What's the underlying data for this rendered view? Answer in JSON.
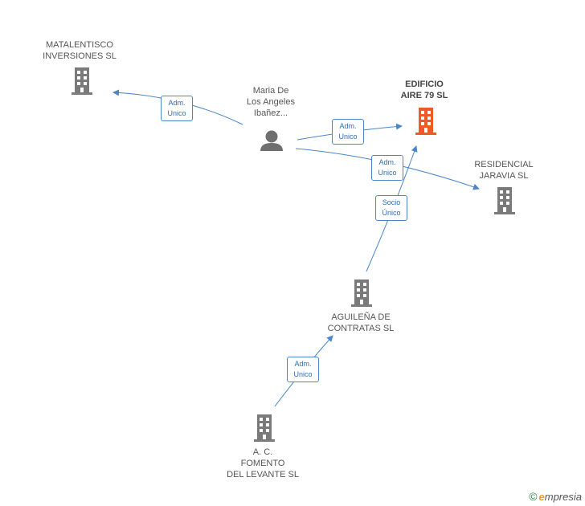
{
  "nodes": {
    "maria": "Maria De\nLos Angeles\nIbañez...",
    "matalentisco": "MATALENTISCO\nINVERSIONES SL",
    "edificio": "EDIFICIO\nAIRE 79 SL",
    "residencial": "RESIDENCIAL\nJARAVIA SL",
    "aguilena": "AGUILEÑA DE\nCONTRATAS SL",
    "fomento": "A. C.\nFOMENTO\nDEL LEVANTE SL"
  },
  "edges": {
    "maria_matalentisco": "Adm.\nUnico",
    "maria_edificio": "Adm.\nUnico",
    "maria_residencial": "Adm.\nUnico",
    "aguilena_edificio": "Socio\nÚnico",
    "fomento_aguilena": "Adm.\nUnico"
  },
  "colors": {
    "edge": "#4a86c8",
    "building": "#7a7a7a",
    "building_highlight": "#f05a28",
    "person": "#6f6f6f"
  },
  "icons": {
    "person": "person-icon",
    "building": "building-icon"
  },
  "brand": {
    "copyright": "©",
    "e": "e",
    "rest": "mpresia"
  }
}
